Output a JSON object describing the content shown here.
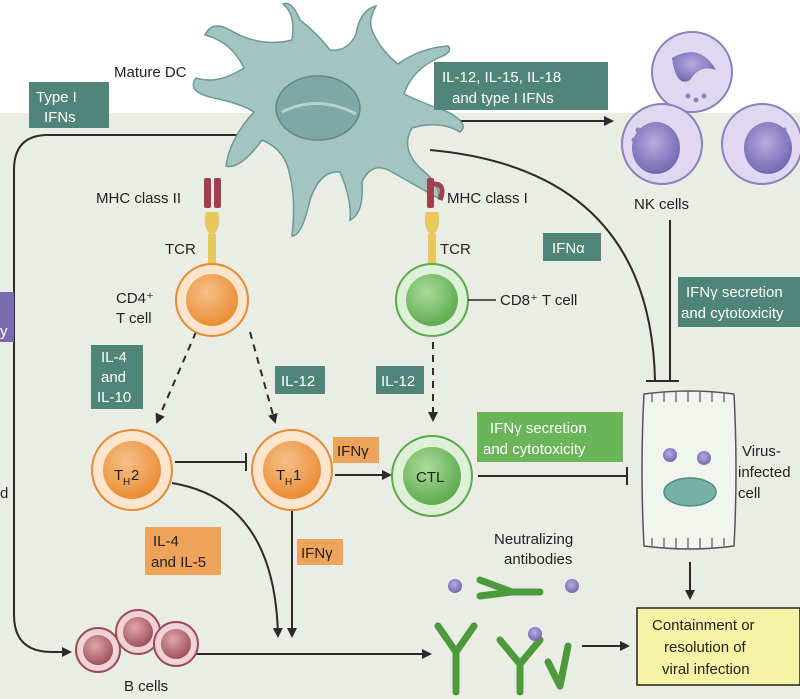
{
  "labels": {
    "mature_dc": "Mature DC",
    "type1_ifns_line1": "Type I",
    "type1_ifns_line2": "IFNs",
    "il12_box_line1": "IL-12, IL-15, IL-18",
    "il12_box_line2": "and type I IFNs",
    "nk_cells": "NK cells",
    "mhc2": "MHC class II",
    "mhc1": "MHC class I",
    "tcr_left": "TCR",
    "tcr_right": "TCR",
    "cd4_line1": "CD4⁺",
    "cd4_line2": "T cell",
    "cd8": "CD8⁺ T cell",
    "ifn_alpha": "IFNα",
    "ifng_nk_line1": "IFNγ secretion",
    "ifng_nk_line2": "and cytotoxicity",
    "left_cut_line1": "y",
    "left_cut_bottom": "d",
    "il4_il10_line1": "IL-4",
    "il4_il10_line2": "and",
    "il4_il10_line3": "IL-10",
    "il12_mid": "IL-12",
    "il12_right": "IL-12",
    "th2_main": "T",
    "th2_sub": "H",
    "th2_num": "2",
    "th1_main": "T",
    "th1_sub": "H",
    "th1_num": "1",
    "ifng_small1": "IFNγ",
    "ifng_small2": "IFNγ",
    "ctl": "CTL",
    "ifng_ctl_line1": "IFNγ secretion",
    "ifng_ctl_line2": "and cytotoxicity",
    "virus_line1": "Virus-",
    "virus_line2": "infected",
    "virus_line3": "cell",
    "il4_il5_line1": "IL-4",
    "il4_il5_line2": "and IL-5",
    "neutralizing_line1": "Neutralizing",
    "neutralizing_line2": "antibodies",
    "b_cells": "B cells",
    "containment_line1": "Containment or",
    "containment_line2": "resolution of",
    "containment_line3": "viral infection"
  },
  "colors": {
    "panel_bg": "#e9ede3",
    "box_teal": "#4f8478",
    "box_teal_text": "#ffffff",
    "box_orange": "#eea35a",
    "box_green": "#6ab45a",
    "box_yellow": "#f6f2a6",
    "dc_fill": "#a3c5c2",
    "orange_cell": "#f29a45",
    "green_cell": "#7ec472",
    "nk_purple": "#8b7fc0",
    "b_cell_red": "#b46a72",
    "arrow": "#2b2b2b"
  }
}
